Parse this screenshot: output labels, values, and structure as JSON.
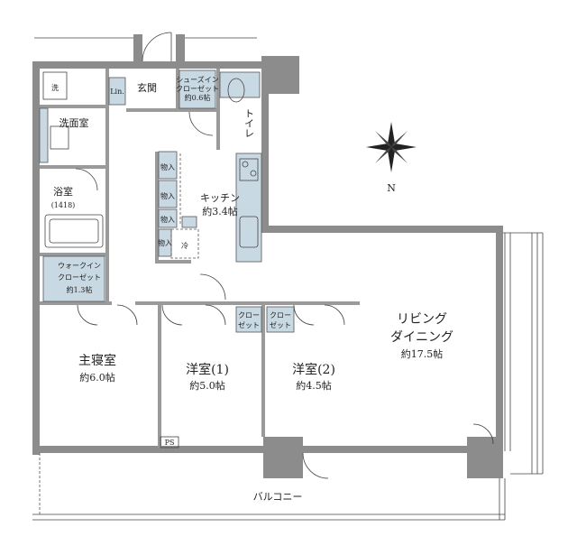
{
  "rooms": {
    "entrance": "玄関",
    "shoes_closet_1": "シューズイン",
    "shoes_closet_2": "クローゼット",
    "shoes_closet_size": "約0.6帖",
    "linen": "Lin.",
    "washing_machine": "洗",
    "washroom": "洗面室",
    "bath": "浴室",
    "bath_size": "(1418)",
    "toilet": "トイレ",
    "storage_1": "物入",
    "storage_2": "物入",
    "storage_3": "物入",
    "storage_4": "物入",
    "fridge": "冷",
    "kitchen": "キッチン",
    "kitchen_size": "約3.4帖",
    "wic_1": "ウォークイン",
    "wic_2": "クローゼット",
    "wic_size": "約1.3帖",
    "master": "主寝室",
    "master_size": "約6.0帖",
    "western1": "洋室(1)",
    "western1_size": "約5.0帖",
    "western2": "洋室(2)",
    "western2_size": "約4.5帖",
    "closet_a1": "クロー",
    "closet_a2": "ゼット",
    "closet_b1": "クロー",
    "closet_b2": "ゼット",
    "living_1": "リビング",
    "living_2": "ダイニング",
    "living_size": "約17.5帖",
    "ps": "PS",
    "balcony": "バルコニー"
  },
  "compass": {
    "north": "N"
  },
  "colors": {
    "wall": "#8c8c8c",
    "storage": "#c9d9e3",
    "line": "#444444"
  }
}
